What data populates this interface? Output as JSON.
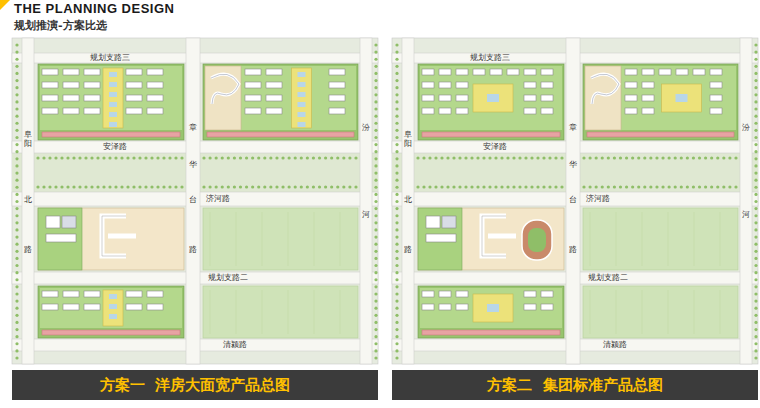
{
  "diagram": {
    "title": "THE PLANNING DESIGN",
    "nodes": [
      {
        "text": [
          "方案一  洋房大面宽产品总图"
        ]
      },
      {
        "text": [
          "方案二  集团标准产品总图"
        ]
      }
    ],
    "labels": [
      "规划推演-方案比选",
      "规划支路三",
      "安泽路",
      "济河路",
      "规划支路二",
      "清颍路",
      "阜阳",
      "北",
      "路",
      "章",
      "华",
      "台",
      "路",
      "汾",
      "河",
      "规划支路三",
      "安泽路",
      "济河路",
      "规划支路二",
      "清颍路",
      "阜阳",
      "北",
      "路",
      "章",
      "华",
      "台",
      "路",
      "汾",
      "河"
    ]
  }
}
